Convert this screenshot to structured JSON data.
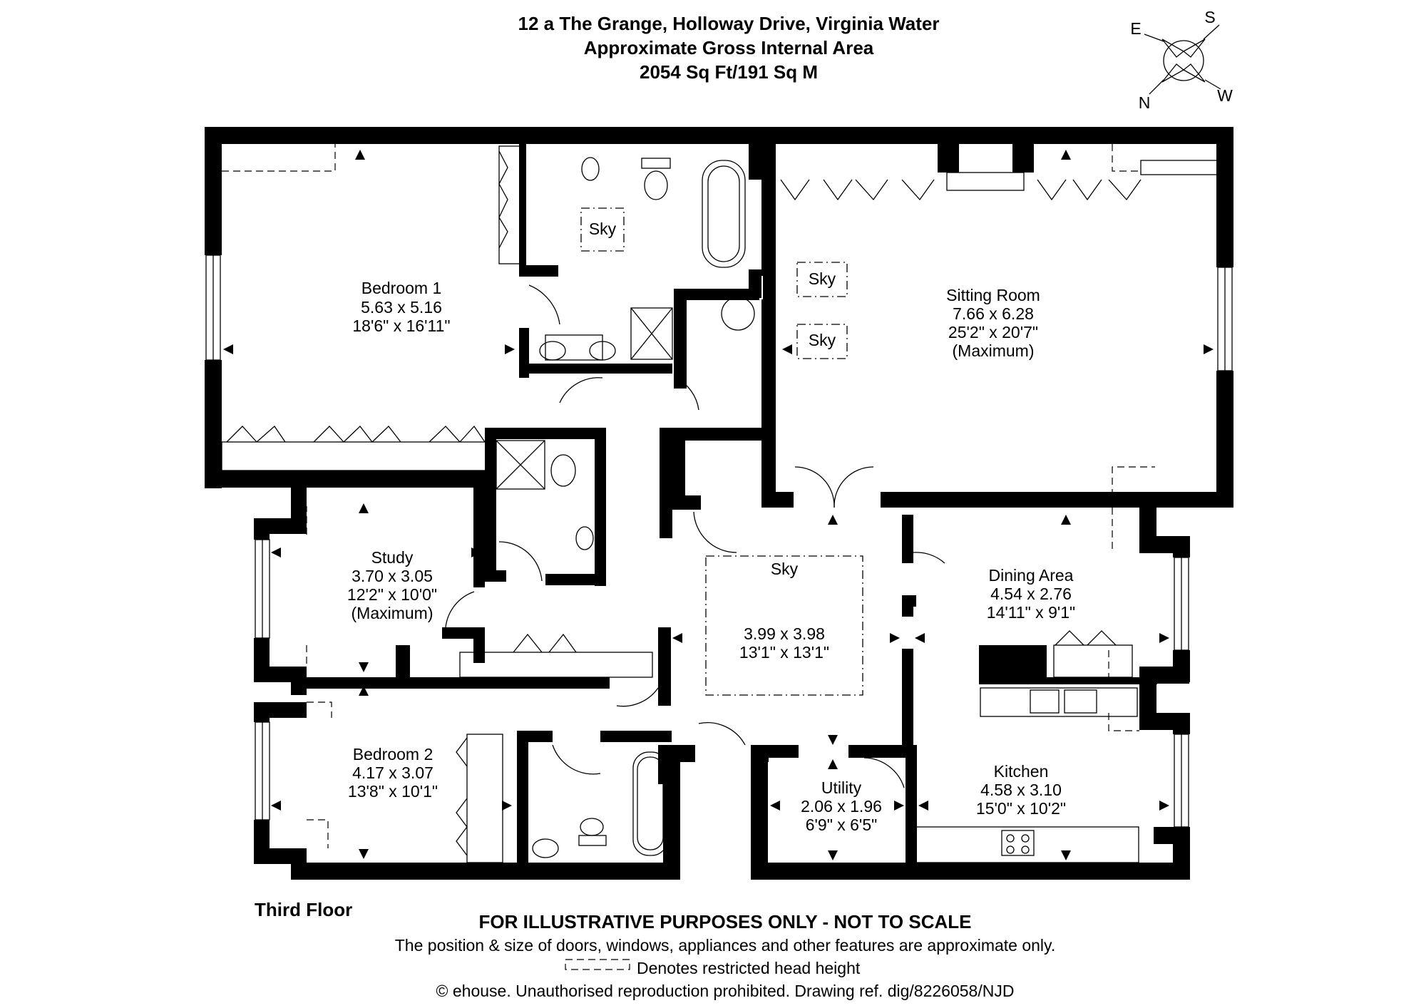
{
  "header": {
    "address": "12 a The Grange, Holloway Drive, Virginia Water",
    "area_label": "Approximate Gross Internal Area",
    "area_value": "2054 Sq Ft/191 Sq M"
  },
  "compass": {
    "e": "E",
    "s": "S",
    "n": "N",
    "w": "W"
  },
  "rooms": {
    "bedroom1": {
      "name": "Bedroom 1",
      "metric": "5.63 x 5.16",
      "imperial": "18'6\" x 16'11\""
    },
    "sitting": {
      "name": "Sitting Room",
      "metric": "7.66 x 6.28",
      "imperial": "25'2\" x 20'7\"",
      "note": "(Maximum)"
    },
    "study": {
      "name": "Study",
      "metric": "3.70 x 3.05",
      "imperial": "12'2\" x 10'0\"",
      "note": "(Maximum)"
    },
    "landing": {
      "metric": "3.99 x 3.98",
      "imperial": "13'1\" x 13'1\""
    },
    "dining": {
      "name": "Dining Area",
      "metric": "4.54 x 2.76",
      "imperial": "14'11\" x 9'1\""
    },
    "bedroom2": {
      "name": "Bedroom 2",
      "metric": "4.17 x 3.07",
      "imperial": "13'8\" x 10'1\""
    },
    "utility": {
      "name": "Utility",
      "metric": "2.06 x 1.96",
      "imperial": "6'9\" x 6'5\""
    },
    "kitchen": {
      "name": "Kitchen",
      "metric": "4.58 x 3.10",
      "imperial": "15'0\" x 10'2\""
    }
  },
  "sky_labels": {
    "ensuite": "Sky",
    "sitting_1": "Sky",
    "sitting_2": "Sky",
    "landing": "Sky"
  },
  "floor_label": "Third Floor",
  "footer": {
    "disclaimer": "FOR ILLUSTRATIVE PURPOSES ONLY - NOT TO SCALE",
    "note": "The position & size of doors, windows, appliances and other features are approximate only.",
    "legend": "Denotes restricted head height",
    "copyright": "© ehouse. Unauthorised reproduction prohibited. Drawing ref. dig/8226058/NJD"
  }
}
